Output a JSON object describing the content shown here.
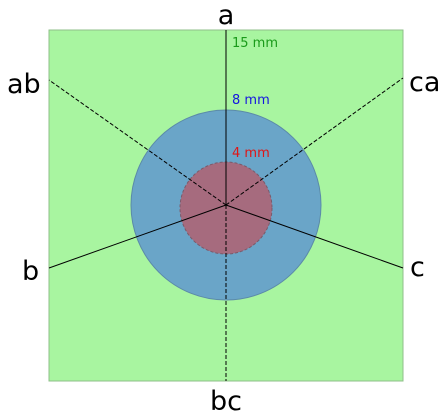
{
  "labels": {
    "a": "a",
    "ab": "ab",
    "ca": "ca",
    "b": "b",
    "c": "c",
    "bc": "bc"
  },
  "dimensions": {
    "outer": "15 mm",
    "middle": "8 mm",
    "inner": "4 mm"
  },
  "colors": {
    "outer_square": "#a8f5a0",
    "middle_circle": "#6aa5c8",
    "inner_circle": "#a66b7e",
    "outer_text": "#1a9a1a",
    "middle_text": "#1515e0",
    "inner_text": "#e01515"
  }
}
